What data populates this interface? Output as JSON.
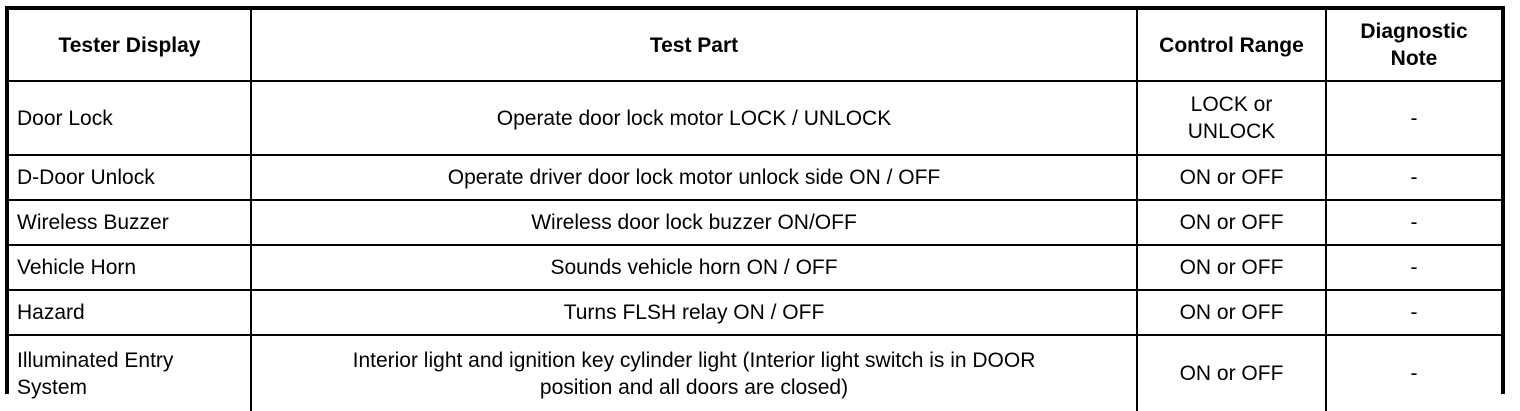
{
  "table": {
    "name": "active-test-table",
    "columns": [
      {
        "key": "display",
        "label": "Tester Display"
      },
      {
        "key": "part",
        "label": "Test Part"
      },
      {
        "key": "range",
        "label": "Control Range"
      },
      {
        "key": "note",
        "label": "Diagnostic\nNote"
      }
    ],
    "rows": [
      {
        "display": "Door Lock",
        "part": "Operate door lock motor LOCK / UNLOCK",
        "range": "LOCK or\nUNLOCK",
        "note": "-"
      },
      {
        "display": "D-Door Unlock",
        "part": "Operate driver door lock motor unlock side ON / OFF",
        "range": "ON or OFF",
        "note": "-"
      },
      {
        "display": "Wireless Buzzer",
        "part": "Wireless door lock buzzer ON/OFF",
        "range": "ON or OFF",
        "note": "-"
      },
      {
        "display": "Vehicle Horn",
        "part": "Sounds vehicle horn ON / OFF",
        "range": "ON or OFF",
        "note": "-"
      },
      {
        "display": "Hazard",
        "part": "Turns FLSH relay ON / OFF",
        "range": "ON or OFF",
        "note": "-"
      },
      {
        "display": "Illuminated Entry\nSystem",
        "part": "Interior light and ignition key cylinder light (Interior light switch is in DOOR\nposition and all doors are closed)",
        "range": "ON or OFF",
        "note": "-"
      }
    ]
  },
  "colors": {
    "border": "#000000",
    "background": "#ffffff",
    "text": "#000000"
  }
}
